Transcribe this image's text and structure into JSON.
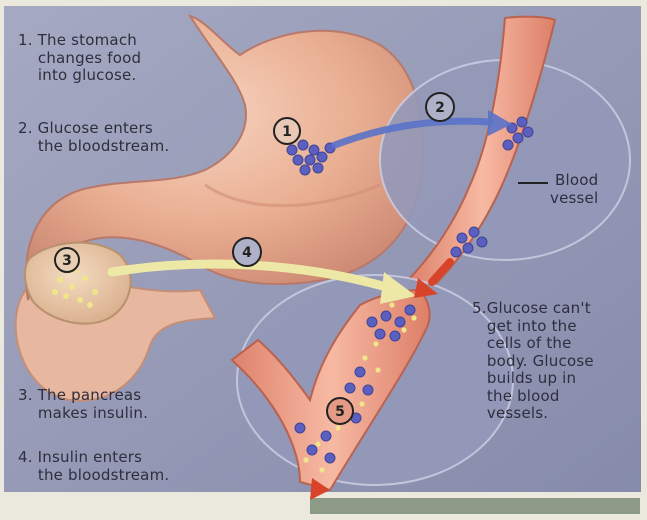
{
  "steps": [
    {
      "number": "1",
      "text": "1. The stomach\n    changes food\n    into glucose."
    },
    {
      "number": "2",
      "text": "2. Glucose enters\n    the bloodstream."
    },
    {
      "number": "3",
      "text": "3. The pancreas\n    makes insulin."
    },
    {
      "number": "4",
      "text": "4. Insulin enters\n    the bloodstream."
    },
    {
      "number": "5",
      "text": "5.Glucose can't\n   get into the\n   cells of the\n   body. Glucose\n   builds up in\n   the blood\n   vessels."
    }
  ],
  "labels": {
    "blood_vessel": "Blood\nvessel"
  },
  "colors": {
    "background": "#8f95b3",
    "stomach": "#e9b093",
    "vessel": "#ef9e86",
    "glucose": "#5a5fc0",
    "insulin": "#efe58a",
    "arrow_glucose": "#5a72c8",
    "arrow_insulin": "#eee8a6",
    "arrow_red": "#d8442a"
  },
  "icons": [
    "blue-arrow-icon",
    "yellow-arrow-icon",
    "red-arrow-icon"
  ]
}
